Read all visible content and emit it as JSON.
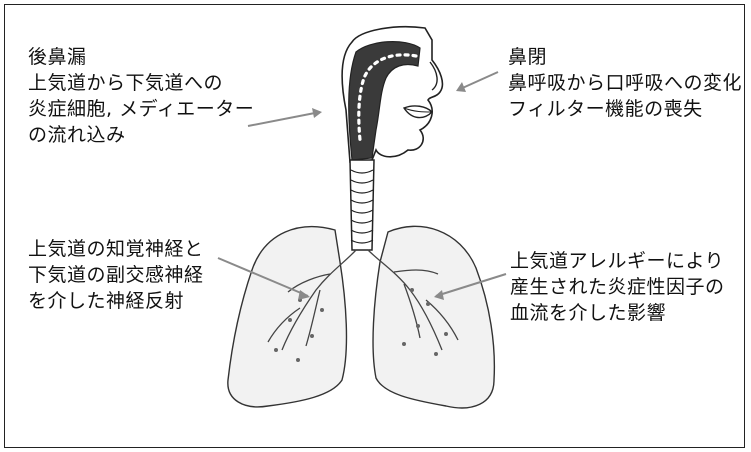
{
  "annotations": {
    "postnasal_drip": {
      "title": "後鼻漏",
      "lines": [
        "上気道から下気道への",
        "炎症細胞, メディエーター",
        "の流れ込み"
      ]
    },
    "nasal_obstruction": {
      "title": "鼻閉",
      "lines": [
        "鼻呼吸から口呼吸への変化",
        "フィルター機能の喪失"
      ]
    },
    "neural_reflex": {
      "lines": [
        "上気道の知覚神経と",
        "下気道の副交感神経",
        "を介した神経反射"
      ]
    },
    "systemic_effect": {
      "lines": [
        "上気道アレルギーにより",
        "産生された炎症性因子の",
        "血流を介した影響"
      ]
    }
  },
  "colors": {
    "ink": "#111111",
    "arrow": "#8a8a8a",
    "airway_fill": "#3a3a3a",
    "lung_fill": "#eeeeee"
  }
}
